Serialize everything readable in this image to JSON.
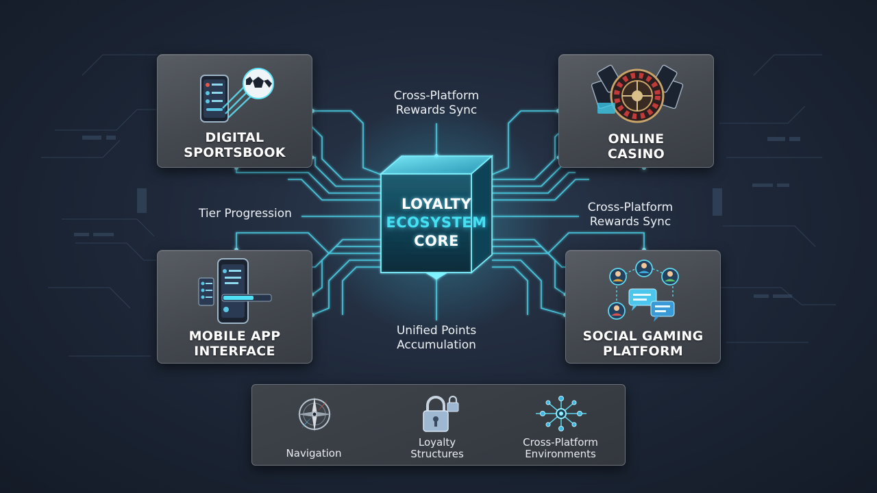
{
  "core": {
    "line1": "LOYALTY",
    "line2": "ECOSYSTEM",
    "line3": "CORE",
    "accent_color": "#47e0f2"
  },
  "platforms": {
    "sportsbook": {
      "line1": "DIGITAL",
      "line2": "SPORTSBOOK",
      "icon": "phone-soccer-ball-icon"
    },
    "casino": {
      "line1": "ONLINE",
      "line2": "CASINO",
      "icon": "roulette-cards-icon"
    },
    "mobile_app": {
      "line1": "MOBILE APP",
      "line2": "INTERFACE",
      "icon": "smartphone-menu-icon"
    },
    "social_gaming": {
      "line1": "SOCIAL GAMING",
      "line2": "PLATFORM",
      "icon": "users-chat-icon"
    }
  },
  "connections": {
    "top": {
      "line1": "Cross-Platform",
      "line2": "Rewards Sync"
    },
    "left": {
      "line1": "Tier Progression"
    },
    "right": {
      "line1": "Cross-Platform",
      "line2": "Rewards Sync"
    },
    "bottom": {
      "line1": "Unified Points",
      "line2": "Accumulation"
    }
  },
  "legend": {
    "items": [
      {
        "line1": "Navigation",
        "icon": "compass-icon"
      },
      {
        "line1": "Loyalty",
        "line2": "Structures",
        "icon": "padlock-icon"
      },
      {
        "line1": "Cross-Platform",
        "line2": "Environments",
        "icon": "network-node-icon"
      }
    ]
  },
  "colors": {
    "circuit": "#4fd6ec",
    "card": "#4a4e55",
    "background": "#1e2839"
  }
}
